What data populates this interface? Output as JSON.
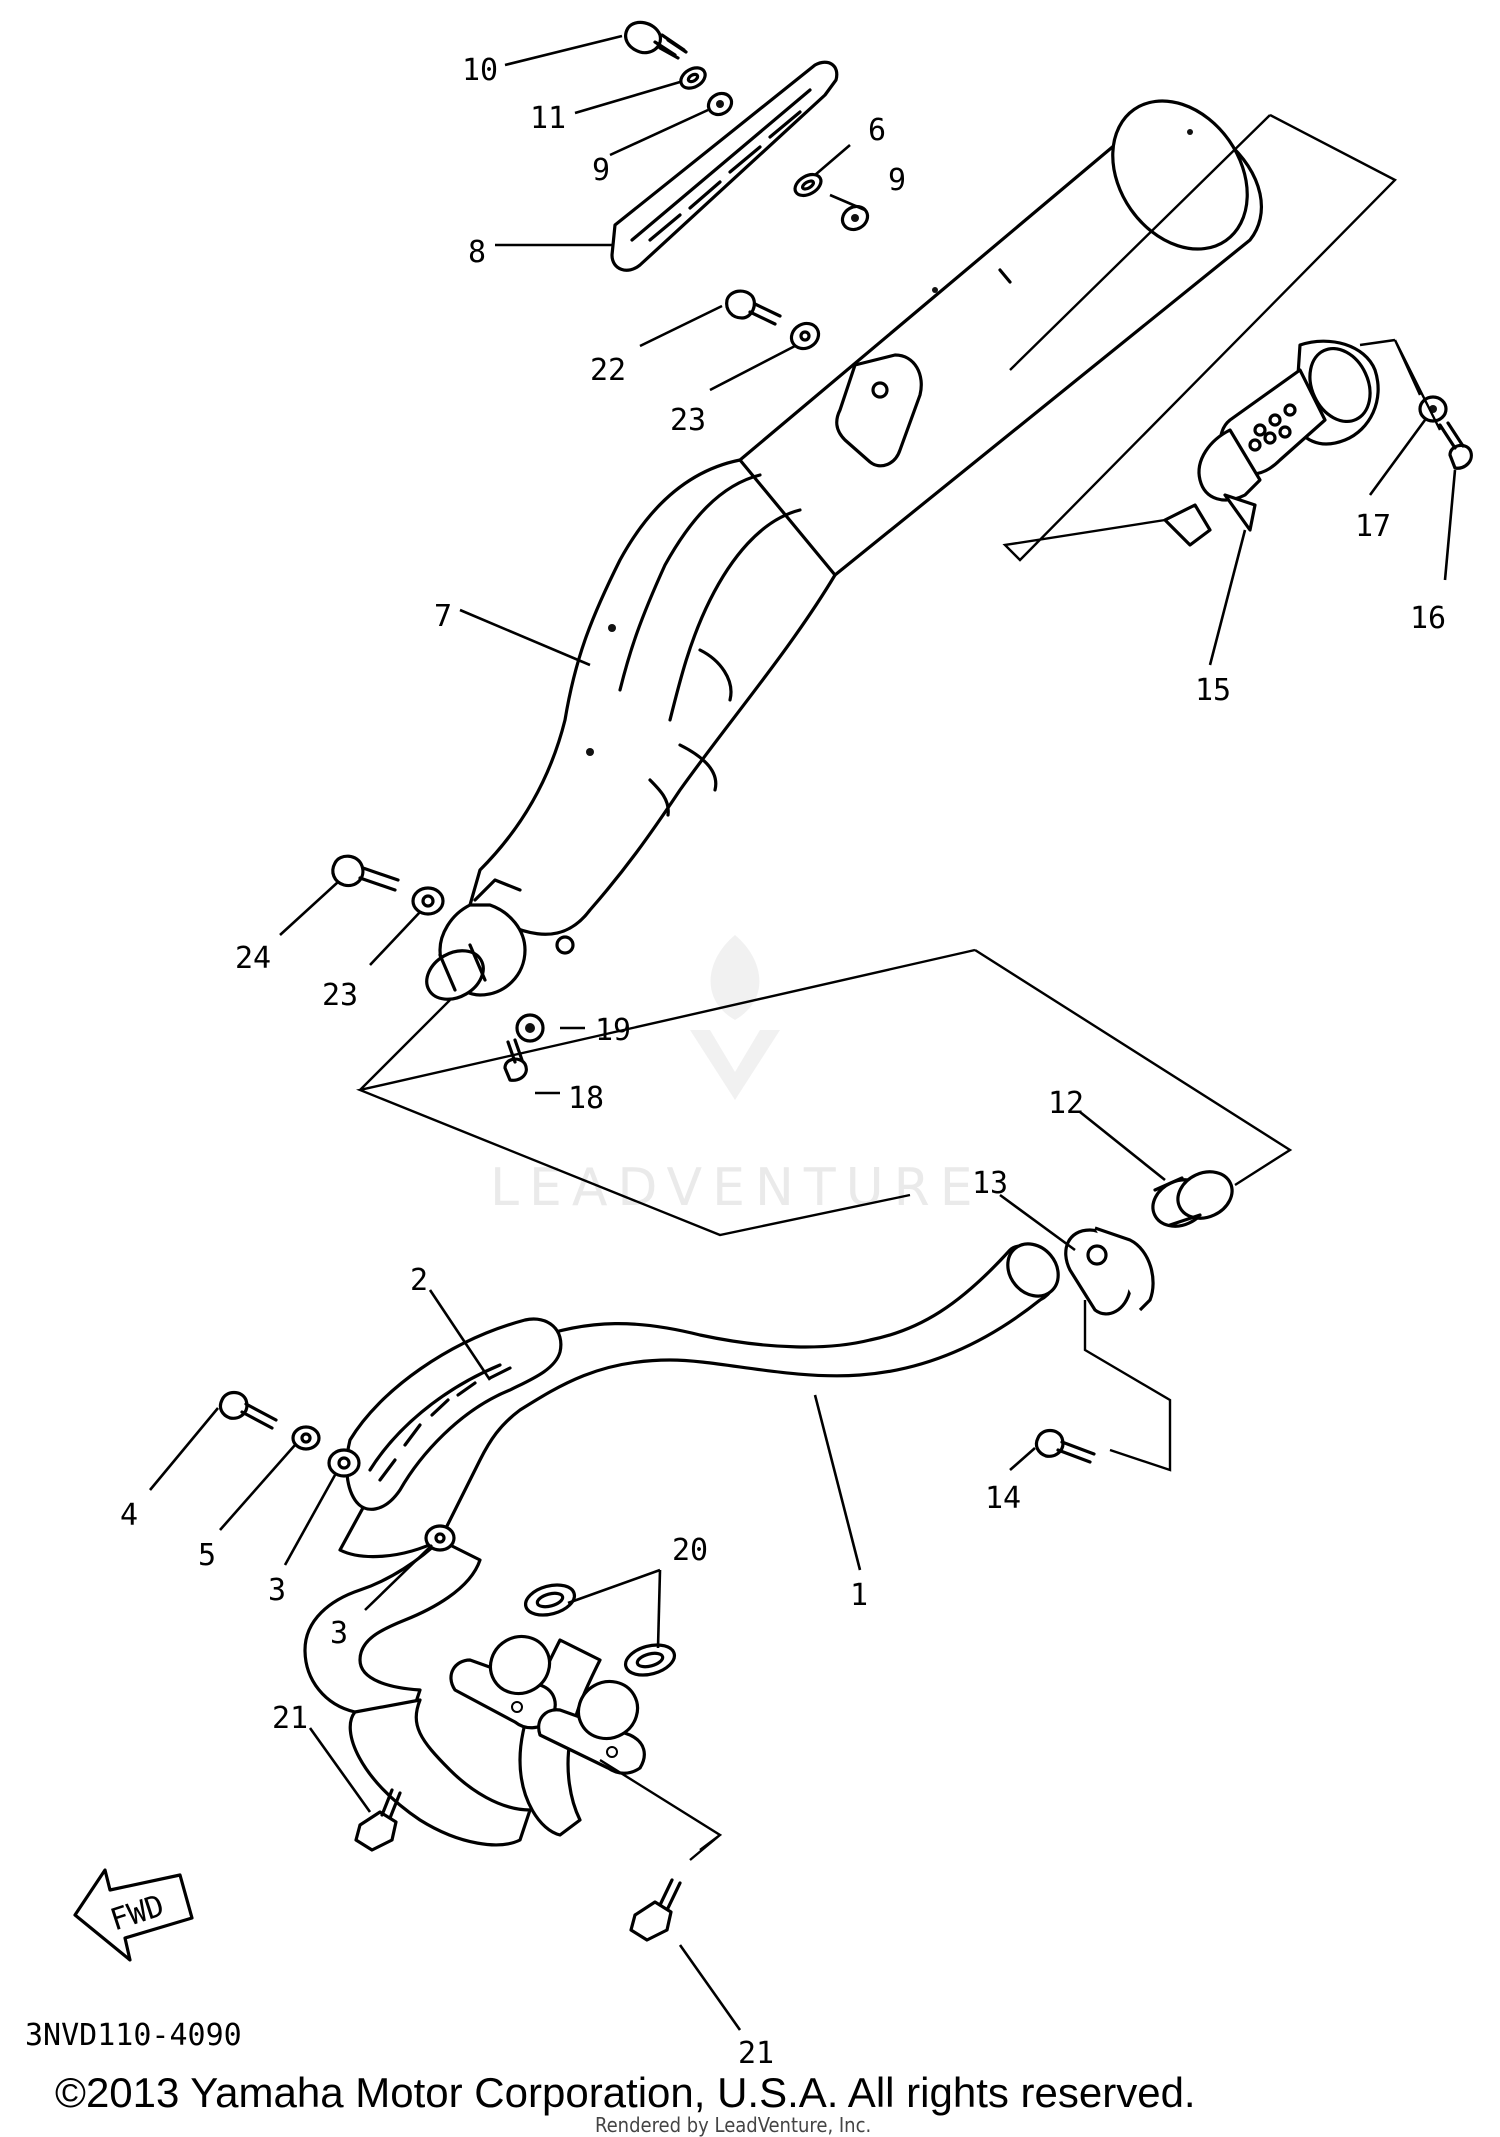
{
  "diagram": {
    "code": "3NVD110-4090",
    "copyright": "©2013 Yamaha Motor Corporation, U.S.A. All rights reserved.",
    "rendered_by": "Rendered by LeadVenture, Inc.",
    "watermark": "LEADVENTURE",
    "fwd_label": "FWD",
    "callouts": {
      "c1": "1",
      "c2": "2",
      "c3a": "3",
      "c3b": "3",
      "c4": "4",
      "c5": "5",
      "c6": "6",
      "c7": "7",
      "c8": "8",
      "c9a": "9",
      "c9b": "9",
      "c10": "10",
      "c11": "11",
      "c12": "12",
      "c13": "13",
      "c14": "14",
      "c15": "15",
      "c16": "16",
      "c17": "17",
      "c18": "18",
      "c19": "19",
      "c20": "20",
      "c21a": "21",
      "c21b": "21",
      "c22": "22",
      "c23a": "23",
      "c23b": "23",
      "c24": "24"
    }
  }
}
